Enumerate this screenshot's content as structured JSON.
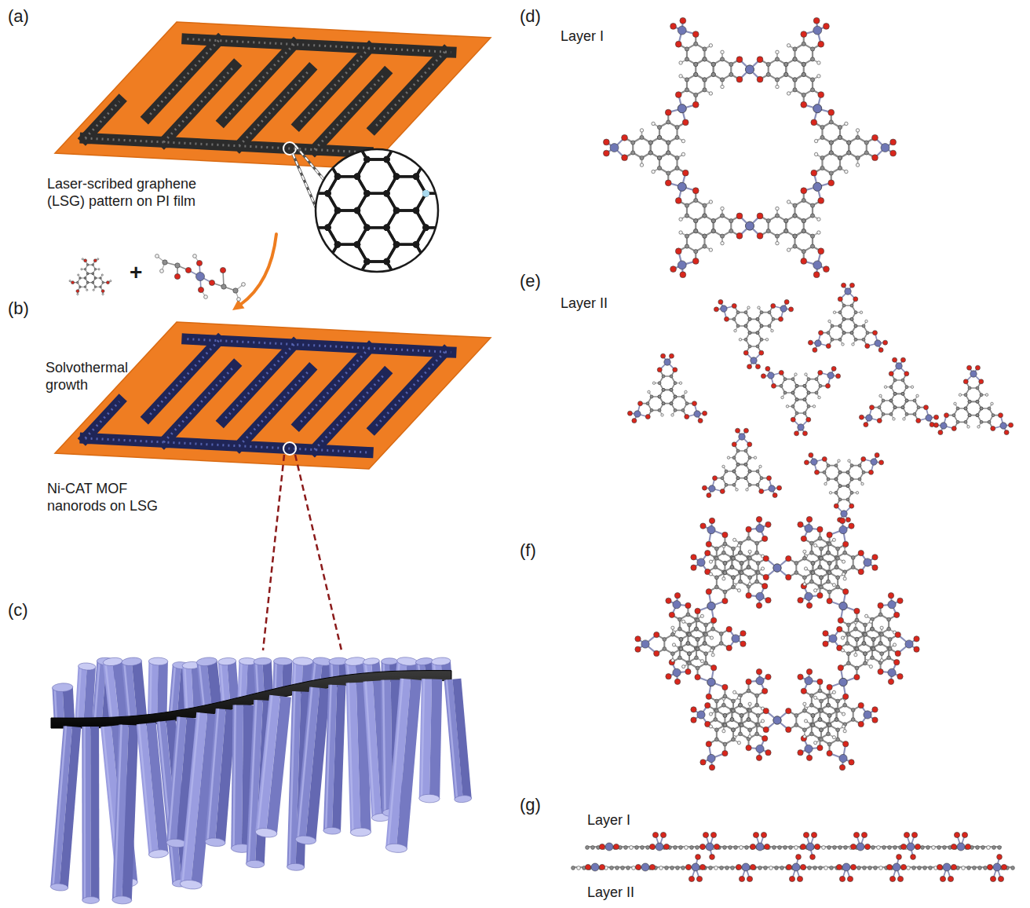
{
  "diagram": {
    "labels": [
      "(a)",
      "Laser-scribed graphene (LSG) pattern on PI film",
      "+",
      "(b)",
      "Solvothermal growth",
      "Ni-CAT MOF nanorods on LSG",
      "(c)",
      "(d)",
      "Layer I",
      "(e)",
      "Layer II",
      "(f)",
      "(g)",
      "Layer I",
      "Layer II"
    ]
  }
}
